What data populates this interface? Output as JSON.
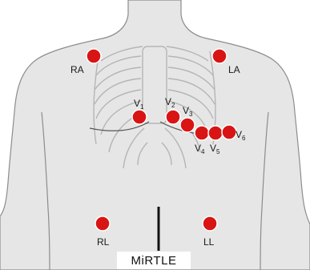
{
  "title": "",
  "colors": {
    "skin": "#e6e6e6",
    "outline": "#8c8c8c",
    "rib": "#b0b0b0",
    "electrode": "#d91414",
    "electrode_ring": "#ffffff",
    "device_line": "#111111"
  },
  "electrodes": [
    {
      "id": "ra",
      "label": "RA"
    },
    {
      "id": "la",
      "label": "LA"
    },
    {
      "id": "v1",
      "label": "V",
      "sub": "1"
    },
    {
      "id": "v2",
      "label": "V",
      "sub": "2"
    },
    {
      "id": "v3",
      "label": "V",
      "sub": "3"
    },
    {
      "id": "v4",
      "label": "V",
      "sub": "4"
    },
    {
      "id": "v5",
      "label": "V",
      "sub": "5"
    },
    {
      "id": "v6",
      "label": "V",
      "sub": "6"
    },
    {
      "id": "rl",
      "label": "RL"
    },
    {
      "id": "ll",
      "label": "LL"
    }
  ],
  "device_label": "MiRTLE"
}
